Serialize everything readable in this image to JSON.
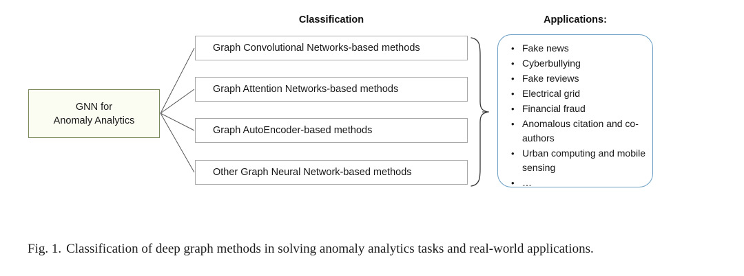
{
  "figure": {
    "caption_label": "Fig. 1.",
    "caption_text": "Classification of deep graph methods in solving anomaly analytics tasks and real-world applications."
  },
  "root": {
    "line1": "GNN for",
    "line2": "Anomaly Analytics",
    "fill_color": "#fbfcf2",
    "border_color": "#7a8a5a"
  },
  "classification": {
    "header": "Classification",
    "boxes": [
      {
        "label": "Graph Convolutional Networks-based methods"
      },
      {
        "label": "Graph Attention Networks-based methods"
      },
      {
        "label": "Graph AutoEncoder-based methods"
      },
      {
        "label": "Other Graph Neural Network-based methods"
      }
    ],
    "border_color": "#a8a8a8"
  },
  "applications": {
    "header": "Applications:",
    "bullet_glyph": "•",
    "border_color": "#6a9ec4",
    "items": [
      {
        "label": "Fake news"
      },
      {
        "label": "Cyberbullying"
      },
      {
        "label": "Fake reviews"
      },
      {
        "label": "Electrical grid"
      },
      {
        "label": "Financial fraud"
      },
      {
        "label": "Anomalous citation and co-authors"
      },
      {
        "label": "Urban computing and mobile sensing"
      },
      {
        "label": "…"
      }
    ]
  },
  "connectors": {
    "fan_color": "#555555",
    "brace_color": "#333333"
  }
}
